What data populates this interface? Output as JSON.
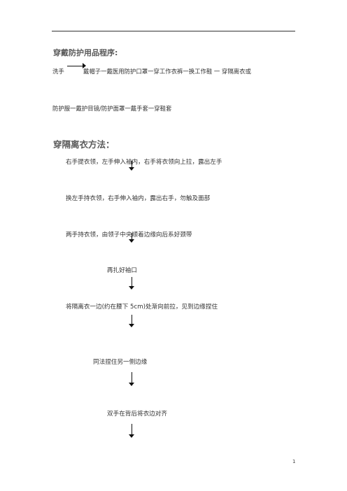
{
  "title1": "穿戴防护用品程序:",
  "wear_line1_a": "洗手",
  "wear_line1_b": "戴帽子一戴医用防护口罩一穿工作衣裤一换工作鞋 一 穿隔离衣或",
  "wear_line2": "防护服一戴护目镜/防护面罩一戴手套一穿鞋套",
  "title2": "穿隔离衣方法：",
  "steps": [
    "右手提衣领，左手伸入袖内，右手将衣领向上拉，露出左手",
    "换左手持衣领，右手伸入袖内，露出右手，勿触及面部",
    "两手持衣领，由领子中央顺着边缘向后系好颈带",
    "再扎好袖口",
    "将隔离衣一边(约在腰下 5cm)处渐向前拉，见到边缘捏住",
    "同法捏住另一侧边缘",
    "双手在背后将衣边对齐"
  ],
  "page_number": "1"
}
